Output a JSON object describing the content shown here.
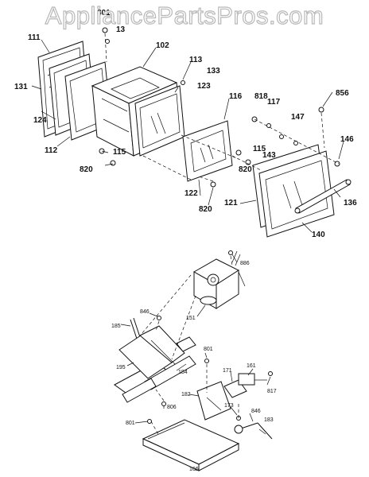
{
  "watermark": "AppliancePartsPros.com",
  "part_labels": {
    "p801a": "801",
    "p13": "13",
    "p111": "111",
    "p102": "102",
    "p113": "113",
    "p133": "133",
    "p123": "123",
    "p131": "131",
    "p124": "124",
    "p112": "112",
    "p115a": "115",
    "p820a": "820",
    "p116": "116",
    "p818": "818",
    "p117": "117",
    "p856": "856",
    "p147": "147",
    "p143": "143",
    "p146": "146",
    "p115b": "115",
    "p820b": "820",
    "p122": "122",
    "p820c": "820",
    "p121": "121",
    "p136": "136",
    "p140": "140",
    "p886": "886",
    "p846a": "846",
    "p185": "185",
    "p151": "151",
    "p801b": "801",
    "p195": "195",
    "p184": "184",
    "p171": "171",
    "p161": "161",
    "p817": "817",
    "p182": "182",
    "p806": "806",
    "p801c": "801",
    "p173": "173",
    "p846b": "846",
    "p183": "183",
    "p166": "166"
  }
}
